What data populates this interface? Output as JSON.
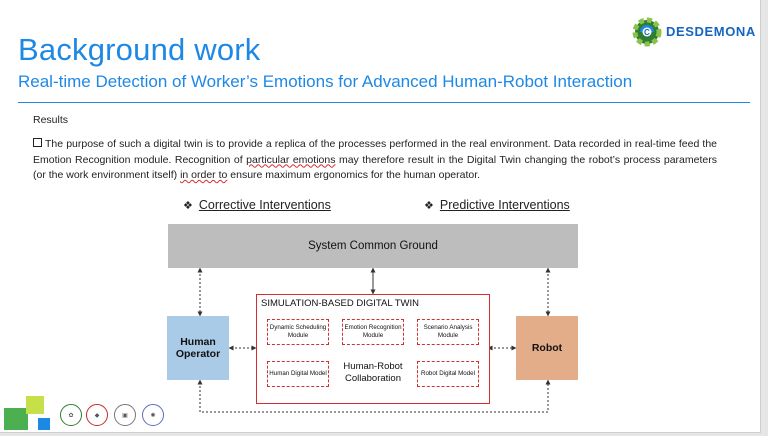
{
  "slide": {
    "title": "Background work",
    "subtitle": "Real-time Detection of Worker’s Emotions for Advanced Human-Robot Interaction",
    "logo_text": "DESDEMONA",
    "section_label": "Results",
    "paragraph": {
      "p1": "The purpose of such a digital twin is to provide a replica of the processes performed in the real environment. Data recorded in real-time feed the Emotion Recognition module. Recognition of ",
      "p2": "particular emotions",
      "p3": " may therefore result in the Digital Twin changing the robot’s process parameters (or the work environment itself) ",
      "p4": "in order to",
      "p5": " ensure maximum ergonomics for the human operator."
    }
  },
  "diagram": {
    "header_left": "Corrective Interventions",
    "header_right": "Predictive Interventions",
    "common_ground": "System Common Ground",
    "human_operator": "Human Operator",
    "robot": "Robot",
    "twin_title": "SIMULATION-BASED DIGITAL TWIN",
    "modules": {
      "dynamic_scheduling": "Dynamic Scheduling Module",
      "emotion_recognition": "Emotion Recognition Module",
      "scenario_analysis": "Scenario Analysis Module",
      "human_digital_model": "Human Digital Model",
      "robot_digital_model": "Robot Digital Model"
    },
    "collaboration": "Human-Robot Collaboration"
  },
  "colors": {
    "accent": "#1e88e5",
    "human_box": "#a9cbe8",
    "robot_box": "#e4ad8a",
    "common_box": "#bdbdbd",
    "twin_border": "#d32f2f"
  }
}
